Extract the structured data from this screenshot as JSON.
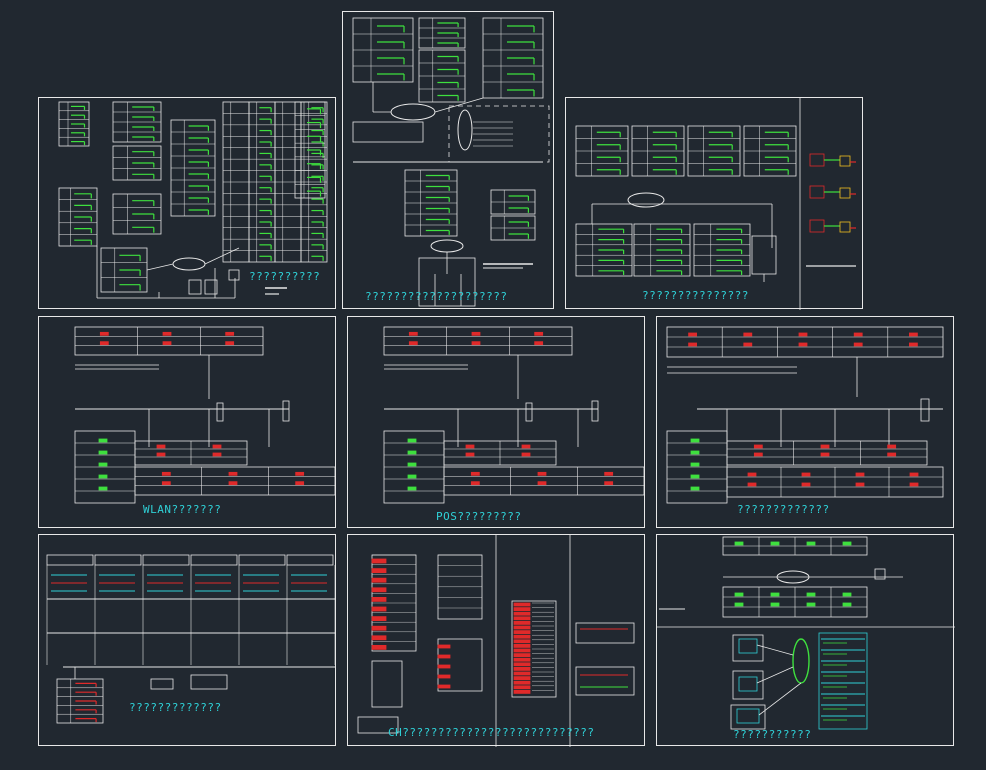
{
  "drawing": {
    "background": "#212830",
    "line_color": "#e8e8e8",
    "accent_green": "#3ee03e",
    "accent_red": "#e02a2a",
    "accent_cyan": "#2fd0d6",
    "captions": {
      "s1": "??????????",
      "s2": "????????????????????",
      "s3": "???????????????",
      "s4": "WLAN???????",
      "s5": "POS?????????",
      "s6": "?????????????",
      "s7": "?????????????",
      "s8": "CH???????????????????????????",
      "s9": "???????????"
    }
  }
}
